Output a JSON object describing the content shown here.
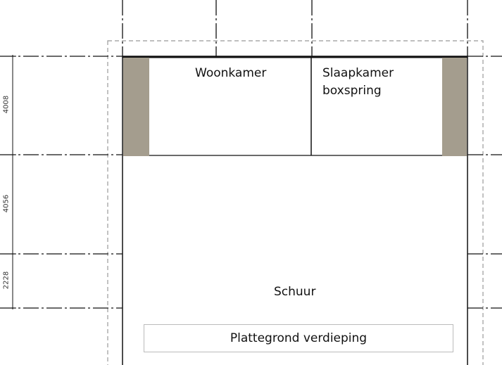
{
  "rooms": {
    "living_room": "Woonkamer",
    "bedroom_line1": "Slaapkamer",
    "bedroom_line2": "boxspring",
    "shed": "Schuur"
  },
  "dimensions": [
    "4008",
    "4056",
    "2228"
  ],
  "plan_title": "Plattegrond verdieping",
  "colors": {
    "wall_fill": "#a49d8e",
    "line": "#111111",
    "dashed": "#999999"
  }
}
